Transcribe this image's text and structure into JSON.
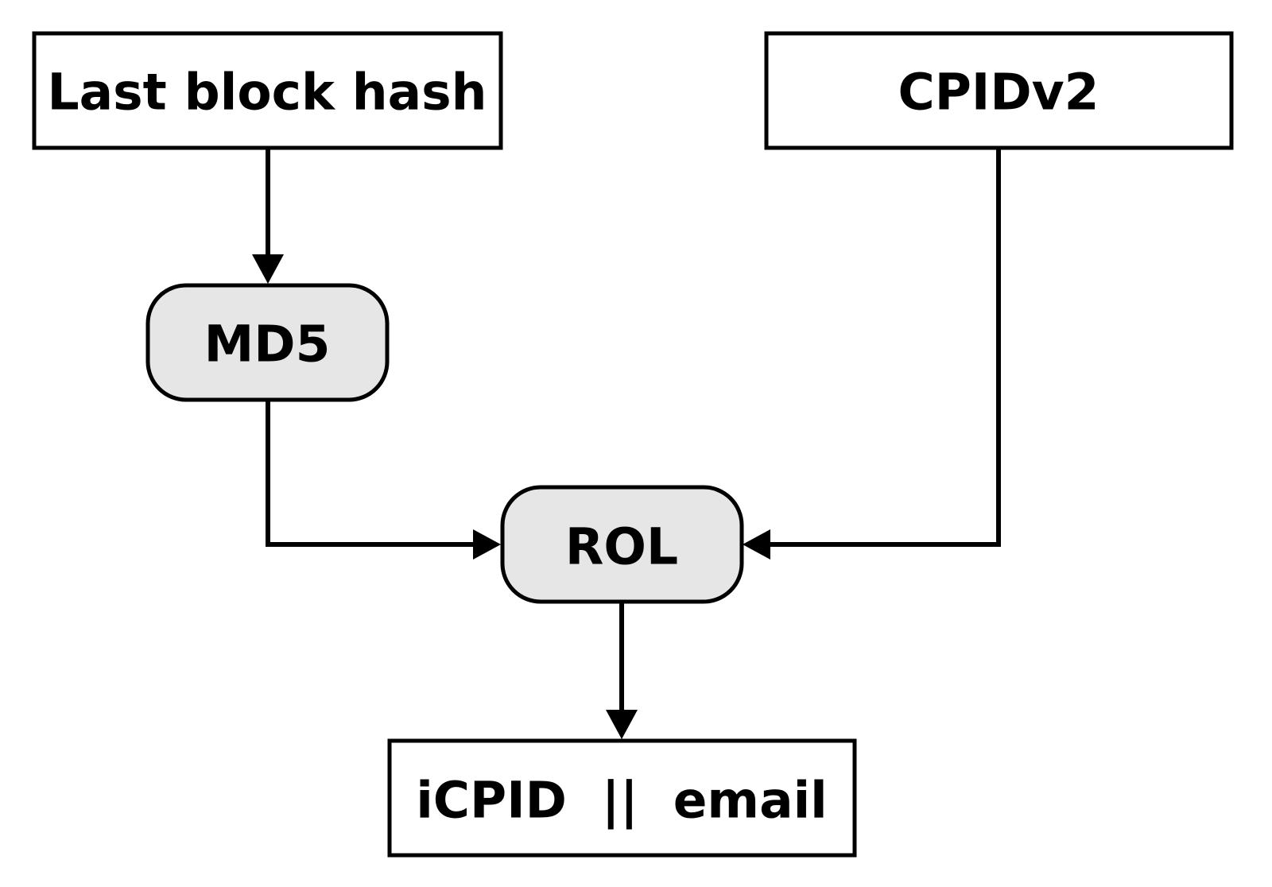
{
  "diagram": {
    "nodes": {
      "last_block_hash": {
        "label": "Last block hash",
        "shape": "rectangle"
      },
      "cpidv2": {
        "label": "CPIDv2",
        "shape": "rectangle"
      },
      "md5": {
        "label": "MD5",
        "shape": "rounded-rectangle"
      },
      "rol": {
        "label": "ROL",
        "shape": "rounded-rectangle"
      },
      "output": {
        "label": "iCPID  ||  email",
        "shape": "rectangle"
      }
    },
    "edges": [
      {
        "from": "last_block_hash",
        "to": "md5"
      },
      {
        "from": "md5",
        "to": "rol"
      },
      {
        "from": "cpidv2",
        "to": "rol"
      },
      {
        "from": "rol",
        "to": "output"
      }
    ],
    "colors": {
      "stroke": "#000000",
      "box_fill": "#ffffff",
      "process_fill": "#e6e6e6",
      "background": "#ffffff"
    }
  }
}
